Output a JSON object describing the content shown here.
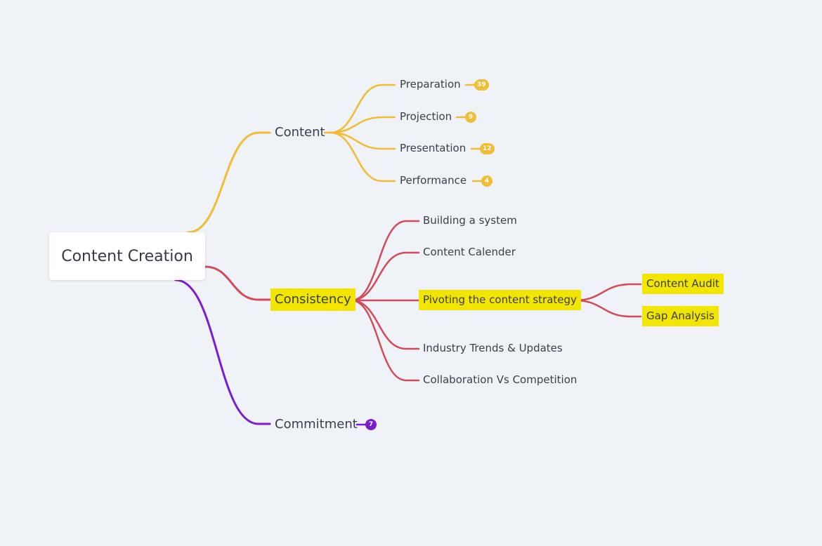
{
  "colors": {
    "background": "#eff2f6",
    "content_branch": "#f1bd35",
    "consistency_branch": "#d24b5a",
    "commitment_branch": "#7a1ccf",
    "highlight": "#f2e500"
  },
  "root": {
    "label": "Content Creation"
  },
  "branches": {
    "content": {
      "label": "Content",
      "children": [
        {
          "label": "Preparation",
          "badge": "39"
        },
        {
          "label": "Projection",
          "badge": "9"
        },
        {
          "label": "Presentation",
          "badge": "12"
        },
        {
          "label": "Performance",
          "badge": "4"
        }
      ]
    },
    "consistency": {
      "label": "Consistency",
      "highlighted": true,
      "children": [
        {
          "label": "Building a system"
        },
        {
          "label": "Content Calender"
        },
        {
          "label": "Pivoting the content strategy",
          "highlighted": true,
          "children": [
            {
              "label": "Content Audit",
              "highlighted": true
            },
            {
              "label": "Gap Analysis",
              "highlighted": true
            }
          ]
        },
        {
          "label": "Industry Trends & Updates"
        },
        {
          "label": "Collaboration Vs Competition"
        }
      ]
    },
    "commitment": {
      "label": "Commitment",
      "badge": "7"
    }
  }
}
